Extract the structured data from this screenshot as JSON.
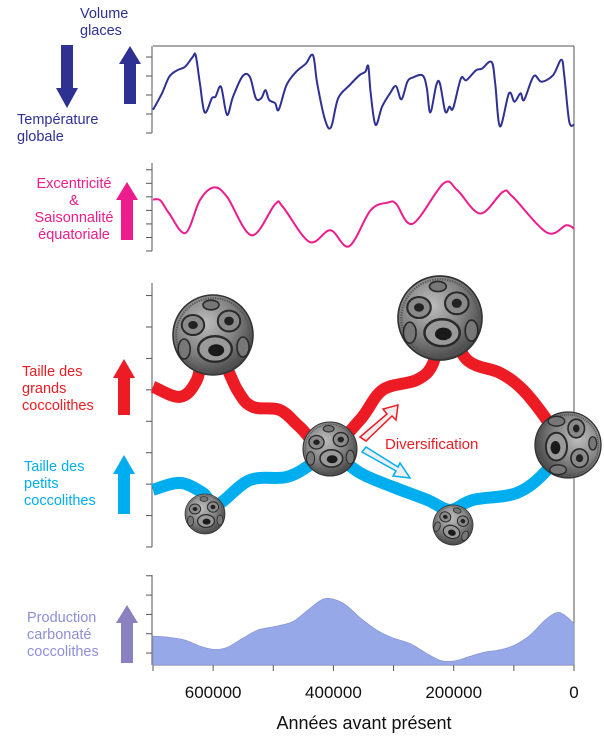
{
  "labels": {
    "ice_volume": [
      "Volume",
      "glaces"
    ],
    "temperature": [
      "Température",
      "globale"
    ],
    "eccentricity": [
      "Excentricité",
      "&",
      "Saisonnalité",
      "équatoriale"
    ],
    "large_coccoliths": [
      "Taille des",
      "grands",
      "coccolithes"
    ],
    "small_coccoliths": [
      "Taille des",
      "petits",
      "coccolithes"
    ],
    "production": [
      "Production",
      "carbonaté",
      "coccolithes"
    ],
    "diversification": "Diversification"
  },
  "colors": {
    "ice": "#2e3192",
    "eccentricity": "#ec1c8c",
    "large": "#ed1c24",
    "small": "#00aeef",
    "production_text": "#8d8fd6",
    "production_arrow": "#8a82c0",
    "production_fill": "#97a8e8",
    "axis": "#555555"
  },
  "chart_data": {
    "type": "line",
    "xlabel": "Années avant présent",
    "xlim": [
      700000,
      0
    ],
    "x_ticks": {
      "values": [
        700000,
        600000,
        500000,
        400000,
        300000,
        200000,
        100000,
        0
      ],
      "labels": [
        "600000",
        "400000",
        "200000",
        "0"
      ],
      "labeled_values": [
        600000,
        400000,
        200000,
        0
      ]
    },
    "panels": [
      {
        "name": "ice-volume",
        "ylim": [
          0,
          4.58
        ],
        "y_ticks": [
          0,
          1,
          2,
          3,
          4
        ],
        "series": [
          {
            "name": "Volume glaces",
            "x_kyr": [
              700,
              685,
              673,
              660,
              647,
              634,
              629,
              622,
              614,
              602,
              596,
              587,
              577,
              567,
              551,
              539,
              529,
              520,
              513,
              507,
              497,
              491,
              478,
              462,
              446,
              434,
              427,
              414,
              404,
              392,
              373,
              357,
              347,
              342,
              338,
              330,
              319,
              306,
              296,
              287,
              277,
              268,
              252,
              245,
              239,
              229,
              223,
              214,
              207,
              201,
              188,
              179,
              163,
              153,
              137,
              131,
              123,
              108,
              99,
              89,
              83,
              67,
              54,
              35,
              21,
              16,
              8,
              0
            ],
            "values": [
              1.22,
              2.09,
              2.96,
              3.3,
              3.48,
              4.0,
              4.09,
              2.61,
              1.08,
              1.83,
              1.91,
              2.43,
              0.96,
              1.91,
              2.99,
              2.96,
              1.83,
              1.83,
              2.26,
              1.74,
              1.57,
              1.22,
              2.52,
              3.22,
              3.65,
              4.09,
              2.61,
              0.7,
              0.3,
              1.83,
              2.52,
              3.04,
              3.22,
              3.51,
              2.09,
              0.43,
              1.39,
              2.09,
              2.47,
              1.77,
              2.7,
              2.92,
              3.04,
              2.43,
              1.08,
              2.52,
              2.61,
              1.13,
              1.39,
              1.3,
              2.87,
              2.78,
              3.3,
              3.39,
              3.74,
              2.61,
              0.35,
              2.09,
              1.65,
              2.09,
              1.74,
              2.99,
              2.7,
              3.04,
              3.86,
              2.96,
              0.61,
              0.43
            ]
          }
        ]
      },
      {
        "name": "eccentricity",
        "ylim": [
          0,
          6.5
        ],
        "y_ticks": [
          0,
          1,
          2,
          3,
          4,
          5,
          6
        ],
        "series": [
          {
            "name": "Excentricité & Saisonnalité équatoriale",
            "x_kyr": [
              700,
              688,
              673,
              646,
              622,
              599,
              577,
              536,
              497,
              484,
              440,
              405,
              374,
              338,
              309,
              296,
              268,
              217,
              194,
              156,
              118,
              102,
              45,
              13,
              0
            ],
            "values": [
              3.8,
              3.75,
              2.77,
              1.33,
              3.75,
              4.69,
              4.0,
              1.16,
              3.46,
              3.26,
              0.67,
              1.53,
              0.35,
              3.01,
              3.58,
              3.5,
              2.02,
              4.99,
              4.49,
              2.77,
              4.37,
              4.0,
              1.36,
              1.9,
              1.65
            ]
          }
        ]
      },
      {
        "name": "coccolith-size",
        "ylim": [
          0,
          8.4
        ],
        "y_ticks": [
          0,
          1,
          2,
          3,
          4,
          5,
          6,
          7,
          8
        ],
        "series": [
          {
            "name": "Taille des grands coccolithes",
            "x_kyr": [
              700,
              655,
              627,
              605,
              560,
              534,
              489,
              456,
              411,
              356,
              318,
              261,
              234,
              218,
              178,
              123,
              85,
              45,
              23
            ],
            "values": [
              5.1,
              4.78,
              5.32,
              6.69,
              5.0,
              4.46,
              4.36,
              3.82,
              3.09,
              4.04,
              5.0,
              5.32,
              5.86,
              7.23,
              5.96,
              5.54,
              5.0,
              4.04,
              3.31
            ]
          },
          {
            "name": "Taille des petits coccolithes",
            "x_kyr": [
              700,
              655,
              617,
              594,
              539,
              477,
              434,
              411,
              356,
              301,
              244,
              206,
              168,
              95,
              45,
              23
            ],
            "values": [
              1.82,
              2.04,
              1.72,
              1.34,
              2.13,
              2.23,
              2.68,
              3.09,
              2.36,
              1.91,
              1.5,
              1.18,
              1.5,
              1.72,
              2.45,
              3.31
            ]
          }
        ]
      },
      {
        "name": "carbonate-production",
        "type": "area",
        "ylim": [
          0,
          4.66
        ],
        "y_ticks": [
          0.62,
          1.62,
          2.62,
          3.62,
          4.62
        ],
        "series": [
          {
            "name": "Production carbonaté coccolithes",
            "x_kyr": [
              700,
              673,
              647,
              622,
              599,
              577,
              551,
              526,
              500,
              468,
              443,
              418,
              399,
              379,
              354,
              328,
              303,
              271,
              245,
              220,
              198,
              175,
              150,
              124,
              99,
              73,
              48,
              29,
              16,
              0
            ],
            "values": [
              1.5,
              1.43,
              1.29,
              0.98,
              0.81,
              0.91,
              1.38,
              1.81,
              1.98,
              2.24,
              2.84,
              3.4,
              3.4,
              3.1,
              2.41,
              1.81,
              1.43,
              1.09,
              0.6,
              0.22,
              0.22,
              0.43,
              0.66,
              0.78,
              1.03,
              1.55,
              2.33,
              2.72,
              2.59,
              2.16
            ]
          }
        ]
      }
    ]
  }
}
